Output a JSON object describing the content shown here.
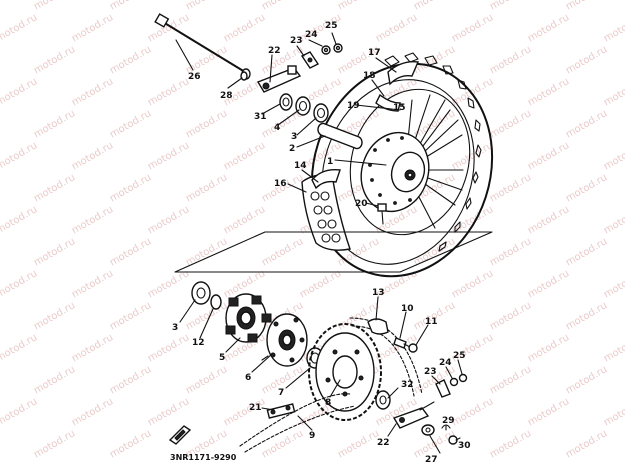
{
  "watermark": "motod.ru",
  "diagram_code": "3NR1171-9290",
  "callouts": {
    "c1": "1",
    "c2": "2",
    "c3a": "3",
    "c3b": "3",
    "c4": "4",
    "c5": "5",
    "c6": "6",
    "c7": "7",
    "c8": "8",
    "c9": "9",
    "c10": "10",
    "c11": "11",
    "c12": "12",
    "c13": "13",
    "c14": "14",
    "c15": "15",
    "c16": "16",
    "c17": "17",
    "c18": "18",
    "c19": "19",
    "c20": "20",
    "c21": "21",
    "c22a": "22",
    "c22b": "22",
    "c23a": "23",
    "c23b": "23",
    "c24a": "24",
    "c24b": "24",
    "c25a": "25",
    "c25b": "25",
    "c26": "26",
    "c27": "27",
    "c28": "28",
    "c29": "29",
    "c30": "30",
    "c31": "31",
    "c32": "32"
  }
}
